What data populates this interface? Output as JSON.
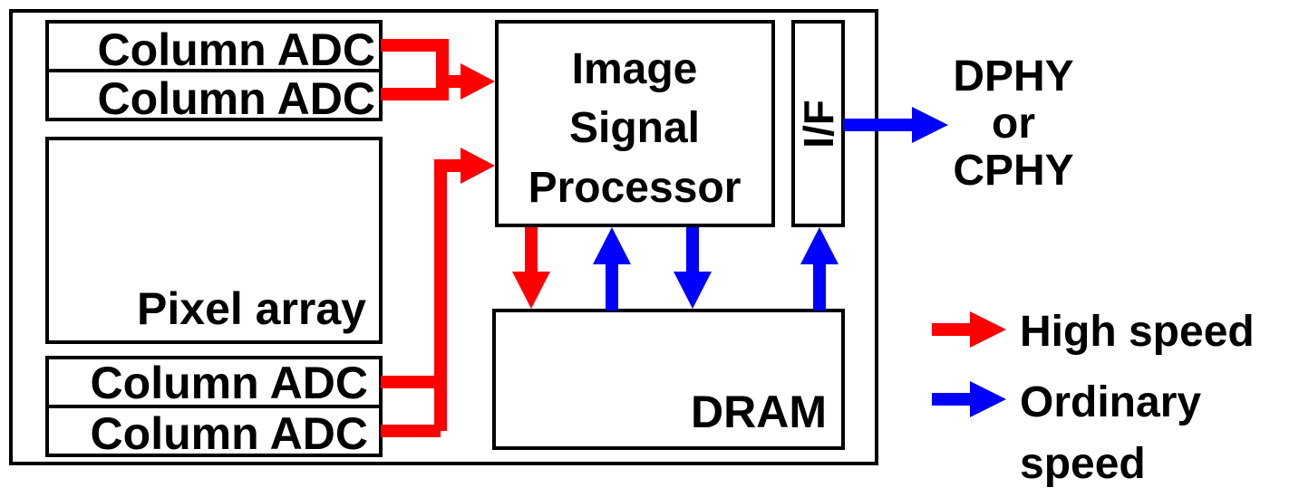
{
  "blocks": {
    "column_adc_top_1": "Column ADC",
    "column_adc_top_2": "Column ADC",
    "pixel_array": "Pixel array",
    "column_adc_bottom_1": "Column ADC",
    "column_adc_bottom_2": "Column ADC",
    "isp_line1": "Image",
    "isp_line2": "Signal",
    "isp_line3": "Processor",
    "interface": "I/F",
    "dram": "DRAM"
  },
  "output": {
    "line1": "DPHY",
    "line2": "or",
    "line3": "CPHY"
  },
  "legend": {
    "high_speed": "High speed",
    "ordinary_line1": "Ordinary",
    "ordinary_line2": "speed"
  },
  "colors": {
    "high_speed": "#ff0000",
    "ordinary_speed": "#0000ff",
    "outline": "#000000"
  }
}
